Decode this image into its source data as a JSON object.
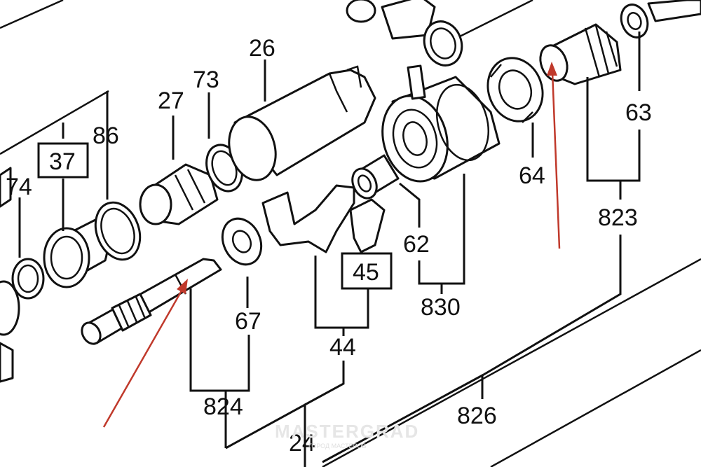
{
  "diagram": {
    "labels": {
      "p26": "26",
      "p27": "27",
      "p73": "73",
      "p86": "86",
      "p37": "37",
      "p74": "74",
      "p67": "67",
      "p62": "62",
      "p830": "830",
      "p45": "45",
      "p44": "44",
      "p824": "824",
      "p24": "24",
      "p826": "826",
      "p64": "64",
      "p63": "63",
      "p823": "823"
    },
    "arrow_color": "#c0392b",
    "line_color": "#111111"
  },
  "watermark": {
    "brand": "MASTERGRAD",
    "tagline": "ГОРОД МАСТЕРОВ"
  }
}
